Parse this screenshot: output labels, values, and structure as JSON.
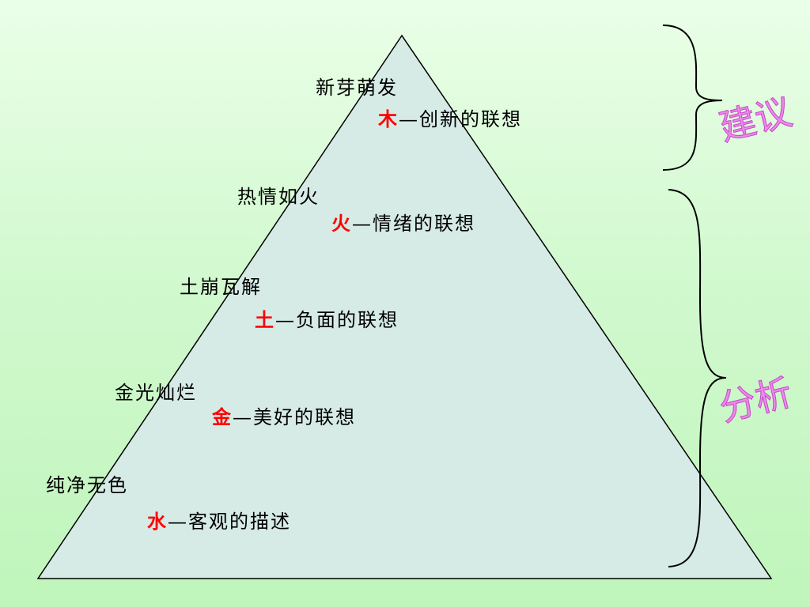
{
  "levels": [
    {
      "phrase": "新芽萌发",
      "element": "木",
      "desc": "—创新的联想"
    },
    {
      "phrase": "热情如火",
      "element": "火",
      "desc": "—情绪的联想"
    },
    {
      "phrase": "土崩瓦解",
      "element": "土",
      "desc": "—负面的联想"
    },
    {
      "phrase": "金光灿烂",
      "element": "金",
      "desc": "—美好的联想"
    },
    {
      "phrase": "纯净无色",
      "element": "水",
      "desc": "—客观的描述"
    }
  ],
  "brackets": {
    "top_label": "建议",
    "bottom_label": "分析"
  },
  "colors": {
    "triangle_fill": "#d6eae6",
    "element_text": "#ff0000",
    "bracket_label": "#ee88ee"
  }
}
